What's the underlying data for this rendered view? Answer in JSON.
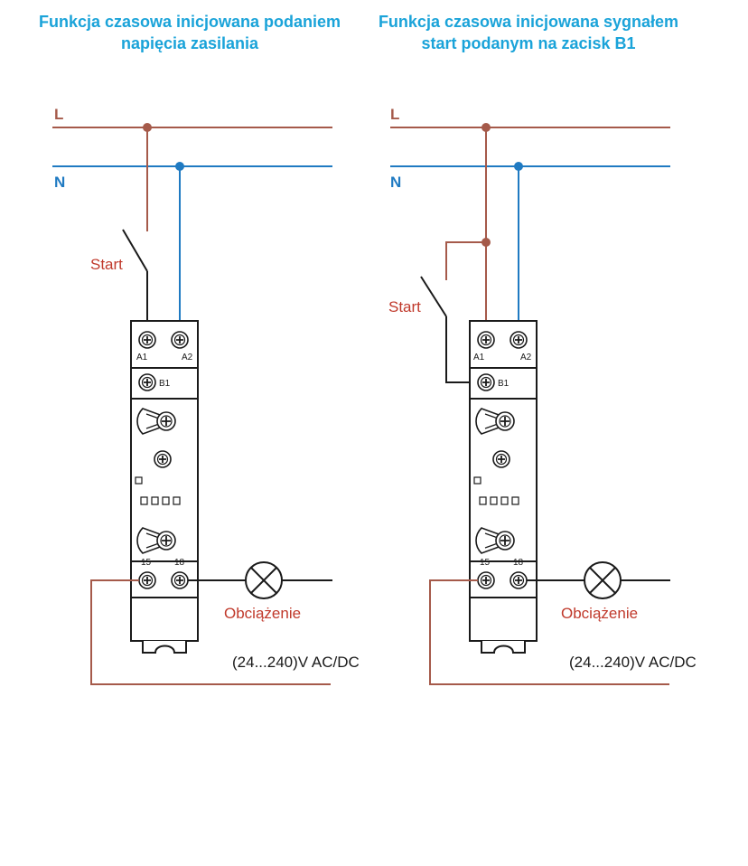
{
  "diagrams": [
    {
      "title": "Funkcja czasowa inicjowana podaniem napięcia zasilania",
      "line_L": "L",
      "line_N": "N",
      "start": "Start",
      "terminals": {
        "a1": "A1",
        "a2": "A2",
        "b1": "B1",
        "t15": "15",
        "t18": "18"
      },
      "load": "Obciążenie",
      "voltage": "(24...240)V AC/DC"
    },
    {
      "title": "Funkcja czasowa inicjowana sygnałem start podanym na zacisk B1",
      "line_L": "L",
      "line_N": "N",
      "start": "Start",
      "terminals": {
        "a1": "A1",
        "a2": "A2",
        "b1": "B1",
        "t15": "15",
        "t18": "18"
      },
      "load": "Obciążenie",
      "voltage": "(24...240)V AC/DC"
    }
  ],
  "colors": {
    "title": "#1aa3d9",
    "line_L": "#a55a4a",
    "line_N": "#1f7ac2",
    "start_label": "#c0392b",
    "load_label": "#c0392b"
  },
  "icons": [
    "screw-terminal-icon",
    "knob-icon",
    "lamp-icon",
    "led-indicator-icon"
  ]
}
